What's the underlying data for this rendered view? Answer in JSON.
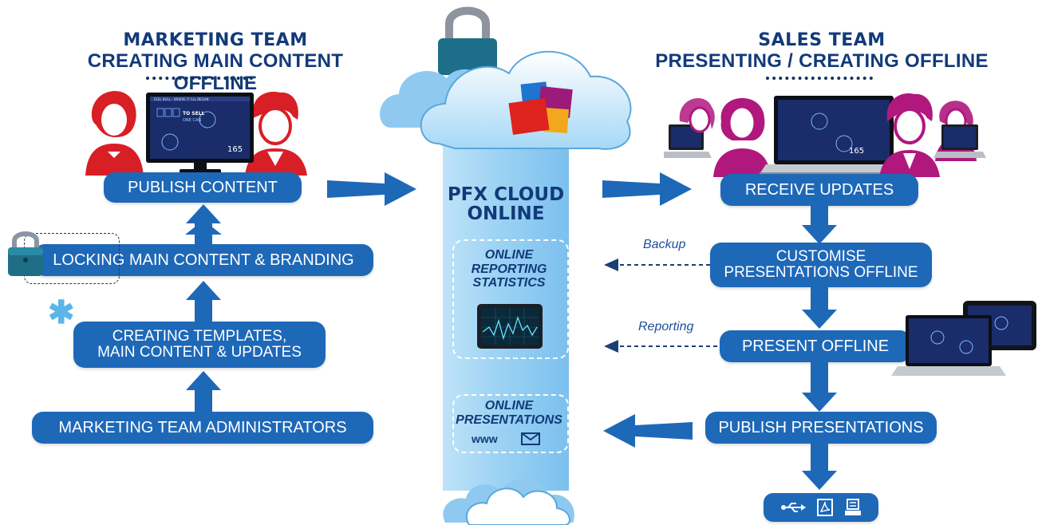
{
  "left": {
    "title": "MARKETING TEAM",
    "subtitle": "CREATING MAIN CONTENT OFFLINE",
    "steps": [
      "PUBLISH CONTENT",
      "LOCKING MAIN CONTENT & BRANDING",
      "CREATING TEMPLATES,\nMAIN CONTENT & UPDATES",
      "MARKETING TEAM ADMINISTRATORS"
    ]
  },
  "right": {
    "title": "SALES TEAM",
    "subtitle": "PRESENTING / CREATING OFFLINE",
    "steps": [
      "RECEIVE UPDATES",
      "CUSTOMISE\nPRESENTATIONS OFFLINE",
      "PRESENT OFFLINE",
      "PUBLISH PRESENTATIONS"
    ],
    "backup_label": "Backup",
    "reporting_label": "Reporting"
  },
  "center": {
    "title_line1": "PFX CLOUD",
    "title_line2": "ONLINE",
    "reporting_box": "ONLINE\nREPORTING\nSTATISTICS",
    "presentations_box": "ONLINE\nPRESENTATIONS",
    "www": "www"
  },
  "screen": {
    "title": "FEEL BULL - WHERE IT ALL BEGAN",
    "big1": "TO SELL",
    "big2": "ONE CAN",
    "num": "165"
  },
  "colors": {
    "pill_blue": "#1e68b8",
    "heading_navy": "#123a7a",
    "marketing_red": "#d81f26",
    "sales_magenta": "#b0187e",
    "cloud_light": "#bfe3f8",
    "dark_arrow": "#1c3f76"
  },
  "icons": [
    "padlock-icon",
    "cloud-icon",
    "pfx-logo-icon",
    "asterisk-icon",
    "tablet-chart-icon",
    "email-icon",
    "usb-icon",
    "pdf-icon",
    "print-icon",
    "laptop-icon",
    "monitor-icon",
    "person-icon"
  ]
}
